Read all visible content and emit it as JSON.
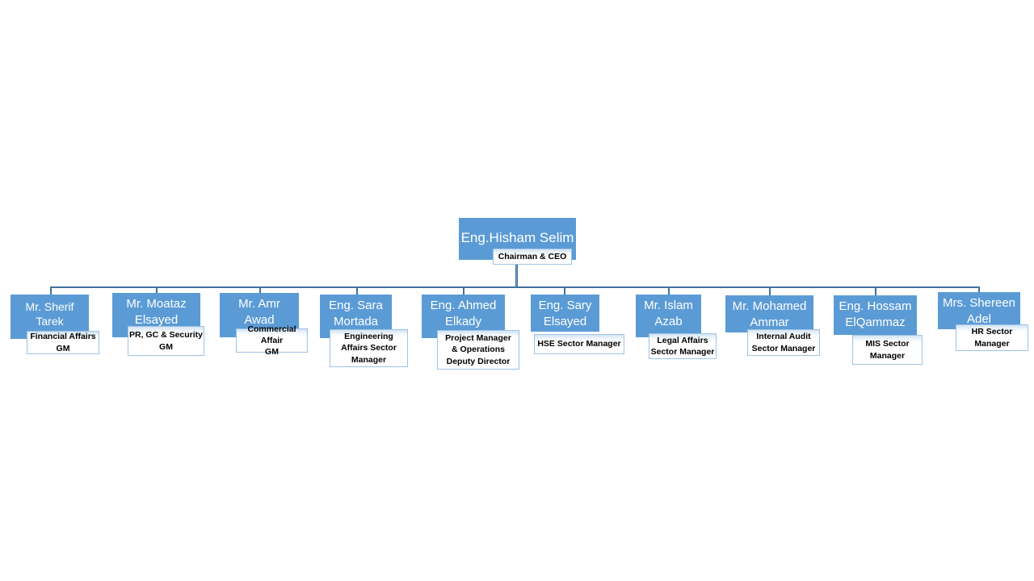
{
  "slide": {
    "background": "#ffffff"
  },
  "colors": {
    "node_fill": "#5b9bd5",
    "node_text": "#ffffff",
    "label_fill": "#ffffff",
    "label_border": "#9dc3e6",
    "label_text": "#000000",
    "connector": "#41719c"
  },
  "org": {
    "ceo": {
      "name": "Eng.Hisham Selim",
      "title": "Chairman & CEO"
    },
    "managers": [
      {
        "name": "Mr. Sherif\nTarek",
        "title": "Financial Affairs\nGM"
      },
      {
        "name": "Mr. Moataz\nElsayed",
        "title": "PR, GC & Security\nGM"
      },
      {
        "name": "Mr. Amr\nAwad",
        "title": "Commercial Affair\nGM"
      },
      {
        "name": "Eng. Sara\nMortada",
        "title": "Engineering\nAffairs Sector\nManager"
      },
      {
        "name": "Eng. Ahmed\nElkady",
        "title": "Project Manager\n& Operations\nDeputy Director"
      },
      {
        "name": "Eng. Sary\nElsayed",
        "title": "HSE Sector Manager"
      },
      {
        "name": "Mr. Islam\nAzab",
        "title": "Legal Affairs\nSector Manager"
      },
      {
        "name": "Mr. Mohamed\nAmmar",
        "title": "Internal Audit\nSector Manager"
      },
      {
        "name": "Eng. Hossam\nElQammaz",
        "title": "MIS Sector\nManager"
      },
      {
        "name": "Mrs. Shereen\nAdel",
        "title": "HR Sector\nManager"
      }
    ]
  }
}
